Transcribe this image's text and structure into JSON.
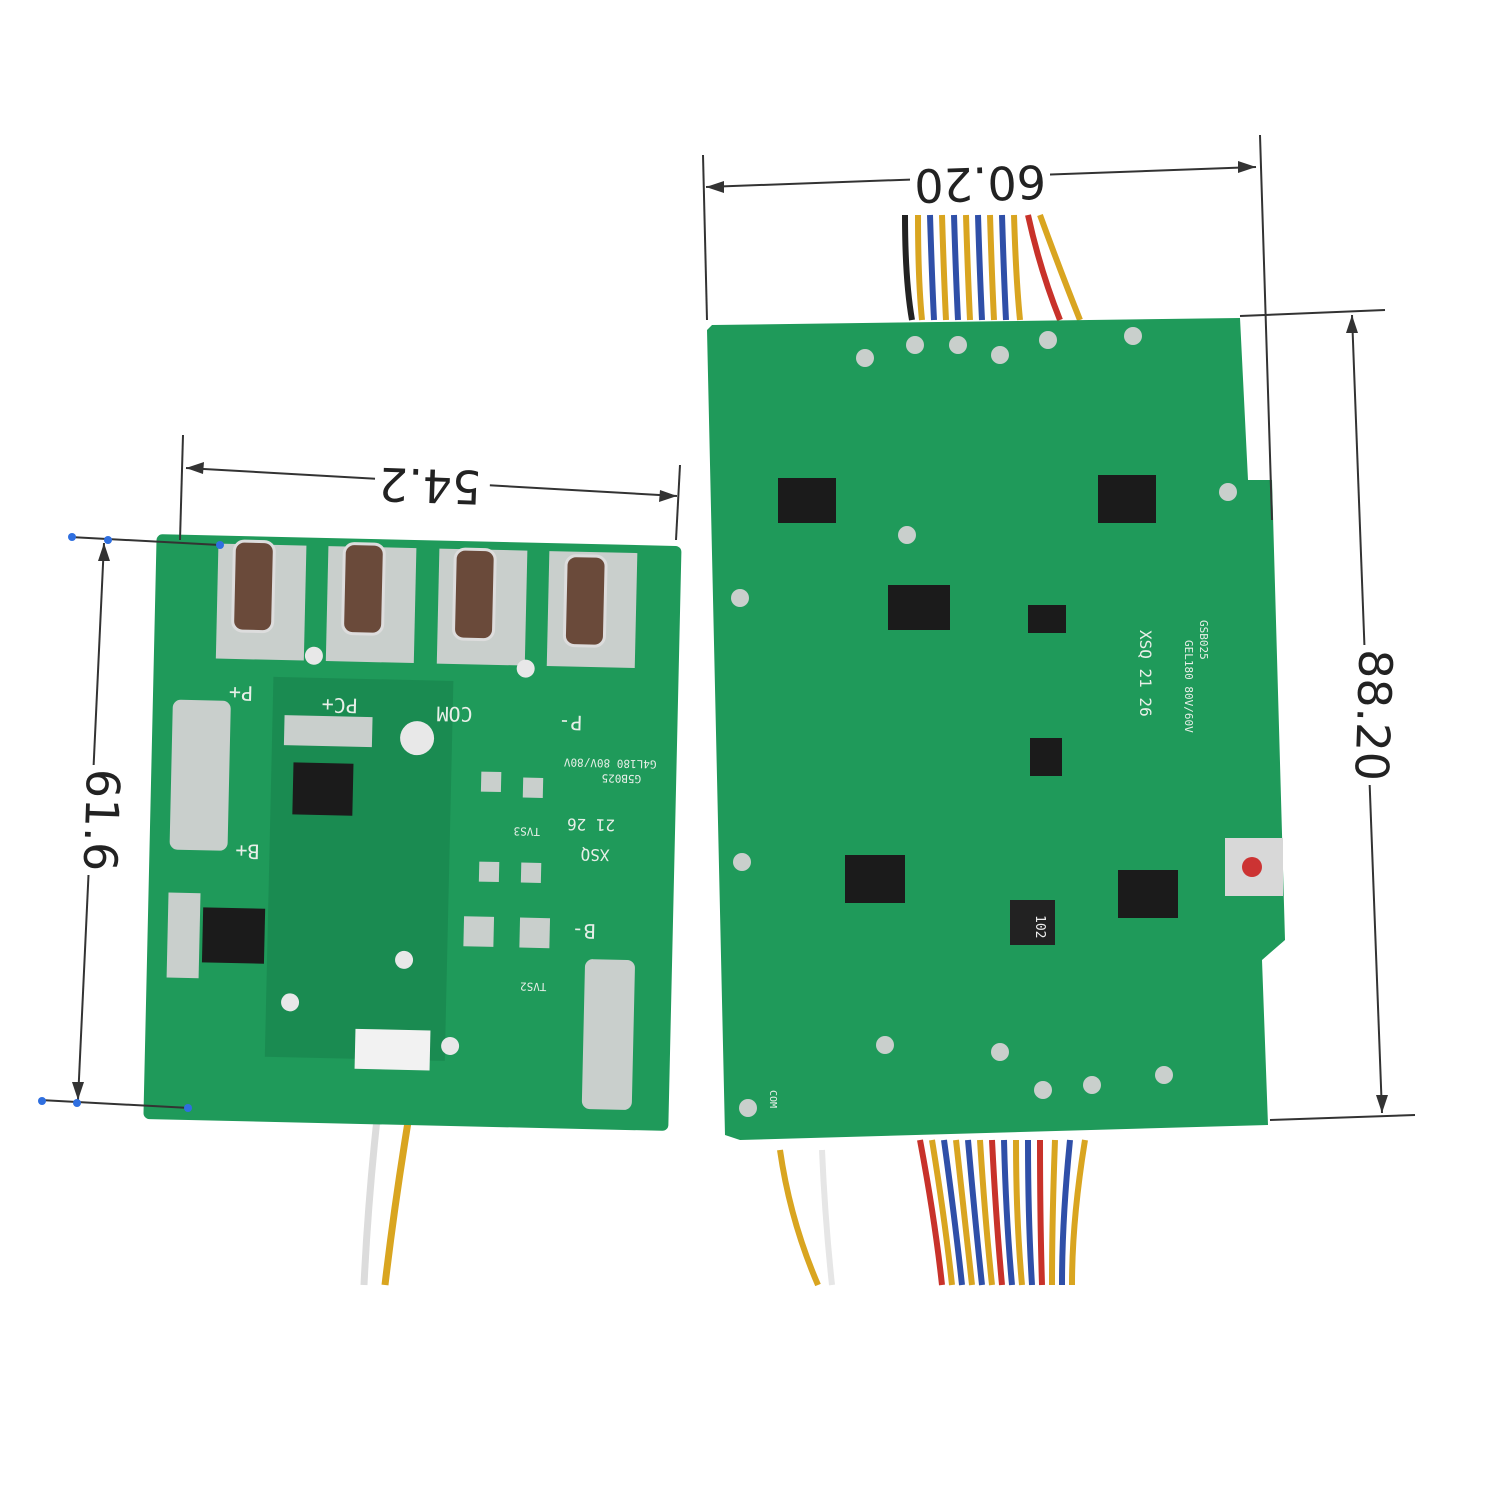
{
  "colors": {
    "pcb_green": "#1f9a5a",
    "pcb_dark": "#17824b",
    "pad_silver": "#c9cfcc",
    "chip_black": "#1b1b1b",
    "wire_red": "#c8322a",
    "wire_blue": "#2f4fa8",
    "wire_yellow": "#d9a520",
    "wire_white": "#e6e6e6",
    "dimension_line": "#333333"
  },
  "dimensions": {
    "small_board_width": "54.2",
    "small_board_height": "61.6",
    "large_board_width": "60.20",
    "large_board_height": "88.20"
  },
  "small_board": {
    "labels": {
      "p_plus": "P+",
      "pc_plus": "PC+",
      "com": "COM",
      "p_minus": "P-",
      "b_plus": "B+",
      "b_minus": "B-",
      "xsq": "XSQ",
      "date": "21 26",
      "tvs3": "TVS3",
      "tvs2": "TVS2",
      "model": "G5B025",
      "rating": "G4L180 80V/80V"
    }
  },
  "large_board": {
    "labels": {
      "xsq": "XSQ 21 26",
      "model": "GSB025",
      "rating": "GEL180 80V/60V",
      "resistor": "102",
      "com": "COM"
    }
  }
}
